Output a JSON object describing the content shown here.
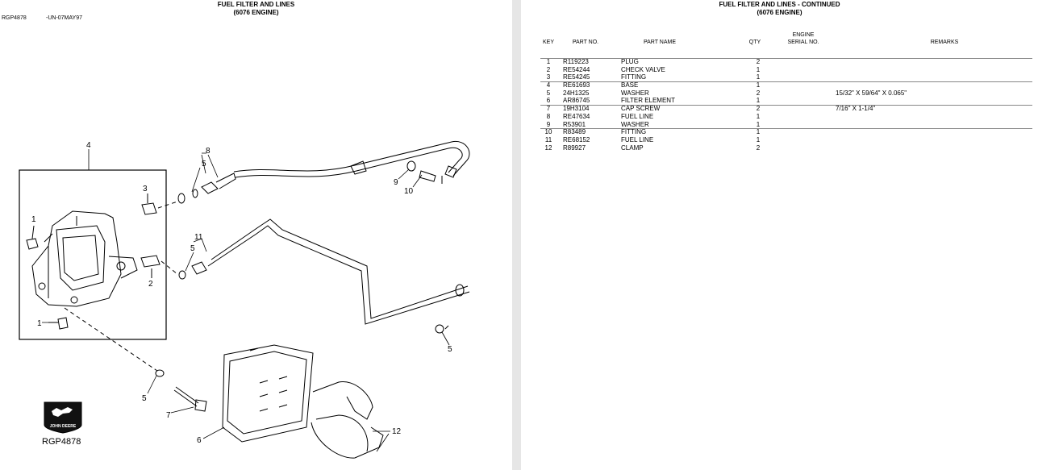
{
  "left_page": {
    "title": "FUEL FILTER AND LINES",
    "subtitle": "(6076 ENGINE)",
    "figure_id": "RGP4878",
    "figure_date": "-UN-07MAY97",
    "logo_label": "RGP4878",
    "logo_text": "JOHN DEERE",
    "callouts": {
      "c4": "4",
      "c8": "8",
      "c5a": "5",
      "c3": "3",
      "c1a": "1",
      "c9": "9",
      "c10": "10",
      "c11": "11",
      "c5b": "5",
      "c2": "2",
      "c1b": "1",
      "c5c": "5",
      "c5d": "5",
      "c7": "7",
      "c6": "6",
      "c12": "12"
    }
  },
  "right_page": {
    "title": "FUEL FILTER AND LINES - CONTINUED",
    "subtitle": "(6076 ENGINE)",
    "headers": {
      "key": "KEY",
      "part_no": "PART NO.",
      "part_name": "PART NAME",
      "qty": "QTY",
      "engine_line1": "ENGINE",
      "engine_line2": "SERIAL NO.",
      "remarks": "REMARKS"
    },
    "parts": [
      {
        "key": "1",
        "part_no": "R119223",
        "name": "PLUG",
        "qty": "2",
        "remarks": ""
      },
      {
        "key": "2",
        "part_no": "RE54244",
        "name": "CHECK VALVE",
        "qty": "1",
        "remarks": ""
      },
      {
        "key": "3",
        "part_no": "RE54245",
        "name": "FITTING",
        "qty": "1",
        "remarks": ""
      },
      {
        "key": "4",
        "part_no": "RE61693",
        "name": "BASE",
        "qty": "1",
        "remarks": ""
      },
      {
        "key": "5",
        "part_no": "24H1325",
        "name": "WASHER",
        "qty": "2",
        "remarks": "15/32\" X 59/64\" X 0.065\""
      },
      {
        "key": "6",
        "part_no": "AR86745",
        "name": "FILTER ELEMENT",
        "qty": "1",
        "remarks": ""
      },
      {
        "key": "7",
        "part_no": "19H3104",
        "name": "CAP SCREW",
        "qty": "2",
        "remarks": "7/16\" X 1-1/4\""
      },
      {
        "key": "8",
        "part_no": "RE47634",
        "name": "FUEL LINE",
        "qty": "1",
        "remarks": ""
      },
      {
        "key": "9",
        "part_no": "R53901",
        "name": "WASHER",
        "qty": "1",
        "remarks": ""
      },
      {
        "key": "10",
        "part_no": "R83489",
        "name": "FITTING",
        "qty": "1",
        "remarks": ""
      },
      {
        "key": "11",
        "part_no": "RE68152",
        "name": "FUEL LINE",
        "qty": "1",
        "remarks": ""
      },
      {
        "key": "12",
        "part_no": "R89927",
        "name": "CLAMP",
        "qty": "2",
        "remarks": ""
      }
    ]
  }
}
